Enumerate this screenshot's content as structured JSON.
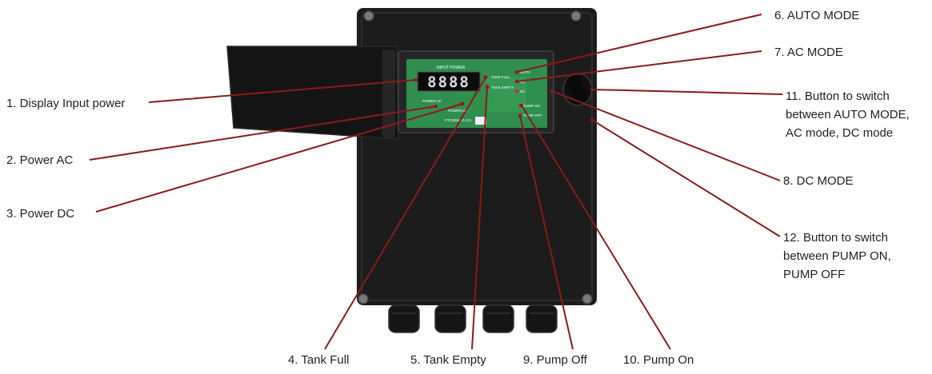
{
  "figure": {
    "callouts": [
      {
        "id": "display-input-power",
        "text": "1. Display Input power"
      },
      {
        "id": "power-ac",
        "text": "2. Power AC"
      },
      {
        "id": "power-dc",
        "text": "3. Power DC"
      },
      {
        "id": "tank-full",
        "text": "4. Tank Full"
      },
      {
        "id": "tank-empty",
        "text": "5.  Tank Empty"
      },
      {
        "id": "auto-mode",
        "text": "6.        AUTO MODE"
      },
      {
        "id": "ac-mode",
        "text": "7.        AC MODE"
      },
      {
        "id": "dc-mode",
        "text": "8. DC MODE"
      },
      {
        "id": "pump-off",
        "text": "9.   Pump Off"
      },
      {
        "id": "pump-on",
        "text": "10.   Pump On"
      },
      {
        "id": "mode-switch",
        "lines": [
          "11. Button to switch",
          "between AUTO MODE,",
          "AC mode, DC mode"
        ]
      },
      {
        "id": "pump-switch",
        "lines": [
          "12. Button to switch",
          "between PUMP ON,",
          "PUMP OFF"
        ]
      }
    ],
    "board_labels": {
      "input_power": "INPUT POWER",
      "tank_full": "TANK FULL",
      "tank_empty": "TANK EMPTY",
      "pump_on": "PUMP ON",
      "pump_off": "PUMP OFF",
      "auto": "AUTO",
      "ac": "AC",
      "dc": "DC",
      "power_ac": "POWER AC",
      "power_dc": "POWER DC",
      "model": "PTC30W-V1.0.0"
    },
    "display_digits": "8888",
    "colors": {
      "callout_line": "#8b1a1a",
      "enclosure": "#1c1c1c",
      "pcb": "#2f8f4e",
      "led_red": "#e02020"
    }
  }
}
